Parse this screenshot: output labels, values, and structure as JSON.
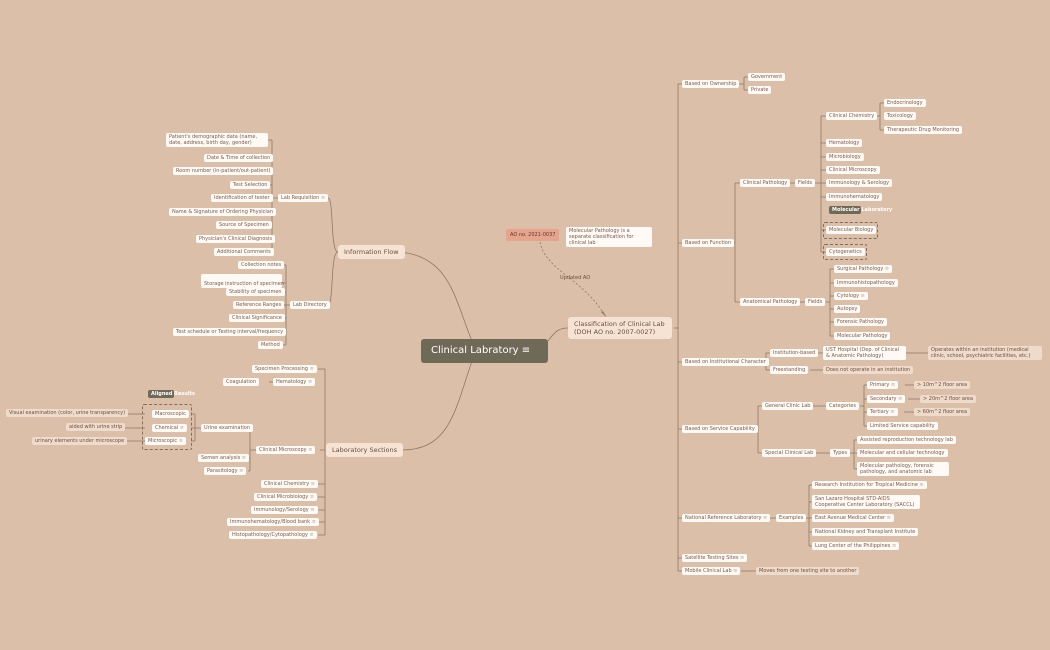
{
  "central": "Clinical Labratory",
  "info_flow": {
    "label": "Information Flow",
    "lab_requisition": {
      "label": "Lab Requisition",
      "items": [
        "Patient's demographic data (name, date, address, birth day, gender)",
        "Date & Time of collection",
        "Room number (in-patient/out-patient)",
        "Test Selection",
        "Identification of tester",
        "Name & Signature of Ordering Physician",
        "Source of Specimen",
        "Physician's Clinical Diagnosis",
        "Additional Comments"
      ]
    },
    "lab_directory": {
      "label": "Lab Directory",
      "items": [
        "Collection notes",
        "Storage instruction of specimen",
        "Stability of specimen",
        "Reference Ranges",
        "Clinical Significance",
        "Test schedule or Testing interval/frequency",
        "Method"
      ]
    }
  },
  "lab_sections": {
    "label": "Laboratory Sections",
    "specimen_processing": "Specimen Processing",
    "hematology": "Hematology",
    "coagulation": "Coagulation",
    "clinical_microscopy": "Clinical Microscopy",
    "urine_exam": "Urine examination",
    "aligned_results": "Aligned Results",
    "macroscopic": "Macroscopic",
    "chemical": "Chemical",
    "microscopic": "Microscopic",
    "macro_note": "Visual examination (color, urine transparency)",
    "chem_note": "aided with urine strip",
    "micro_note": "urinary elements under microscope",
    "semen": "Semen analysis",
    "parasitology": "Parasitology",
    "others": [
      "Clinical Chemistry",
      "Clinical Microbiology",
      "Immunology/Serology",
      "Immunohematology/Blood bank",
      "Histopathology/Cytopathology"
    ]
  },
  "classification": {
    "label": "Classification of Clinical Lab (DOH AO no. 2007-0027)",
    "ao_tag": "AO no. 2021-0037",
    "ao_note": "Molecular Pathology is a separate classification for clinical lab",
    "updated": "Updated AO",
    "ownership": {
      "label": "Based on Ownership",
      "items": [
        "Government",
        "Private"
      ]
    },
    "function": {
      "label": "Based on Function",
      "clinical_pathology": "Clinical Pathology",
      "fields": "Fields",
      "clinical_chemistry": "Clinical Chemistry",
      "chem_items": [
        "Endocrinology",
        "Toxicology",
        "Therapeutic Drug Monitoring"
      ],
      "cp_items": [
        "Hematology",
        "Microbiology",
        "Clinical Microscopy",
        "Immunology & Serology",
        "Immunohematology"
      ],
      "molecular_lab": "Molecular Laboratory",
      "molecular_biology": "Molecular Biology",
      "cytogenetics": "Cytogenetics",
      "anatomical_pathology": "Anatomical Pathology",
      "ap_items": [
        "Surgical Pathology",
        "Immunohistopathology",
        "Cytology",
        "Autopsy",
        "Forensic Pathology",
        "Molecular Pathology"
      ]
    },
    "institutional": {
      "label": "Based on Institutional Character",
      "institution_based": "Institution-based",
      "ust": "UST Hospital (Dep. of Clinical & Anatomic Pathology)",
      "ust_note": "Operates within an institution (medical clinic, school, psychiatric facilities, etc.)",
      "freestanding": "Freestanding",
      "free_note": "Does not operate in an institution"
    },
    "service": {
      "label": "Based on Service Capability",
      "general": "General Clinic Lab",
      "categories": "Categories",
      "primary": "Primary",
      "secondary": "Secondary",
      "tertiary": "Tertiary",
      "primary_note": "> 10m^2 floor area",
      "secondary_note": "> 20m^2 floor area",
      "tertiary_note": "> 60m^2 floor area",
      "limited": "Limited Service capability",
      "special": "Special Clinical Lab",
      "types": "Types",
      "type_items": [
        "Assisted reproduction technology lab",
        "Molecular and cellular technology",
        "Molecular pathology, forensic pathology, and anatomic lab"
      ]
    },
    "national": {
      "label": "National Reference Laboratory",
      "examples": "Examples",
      "items": [
        "Research Institution for Tropical Medicine",
        "San Lazaro Hospital STD-AIDS Cooperative Center Laboratory (SACCL)",
        "East Avenue Medical Center",
        "National Kidney and Transplant Institute",
        "Lung Center of the Philippines"
      ]
    },
    "satellite": "Satellite Testing Sites",
    "mobile": "Mobile Clinical Lab",
    "mobile_note": "Moves from one testing site to another"
  },
  "colors": {
    "background": "#dcbfa9",
    "line": "#8a7a66",
    "central": "#6f6a58",
    "tag": "#e7a48c"
  }
}
